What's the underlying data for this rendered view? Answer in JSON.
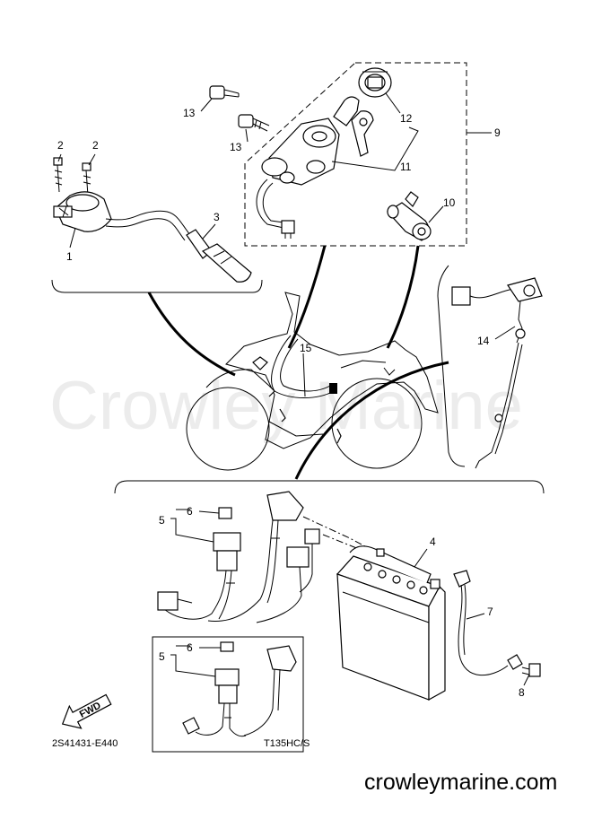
{
  "callouts": {
    "c1": "1",
    "c2a": "2",
    "c2b": "2",
    "c3": "3",
    "c4": "4",
    "c5a": "5",
    "c5b": "5",
    "c6a": "6",
    "c6b": "6",
    "c7": "7",
    "c8": "8",
    "c9": "9",
    "c10": "10",
    "c11": "11",
    "c12": "12",
    "c13a": "13",
    "c13b": "13",
    "c14": "14",
    "c15": "15"
  },
  "watermark": "Crowley Marine",
  "footer": {
    "diagram_code": "2S41431-E440",
    "model_label": "T135HC/S",
    "fwd_label": "FWD",
    "site": "crowleymarine.com"
  }
}
